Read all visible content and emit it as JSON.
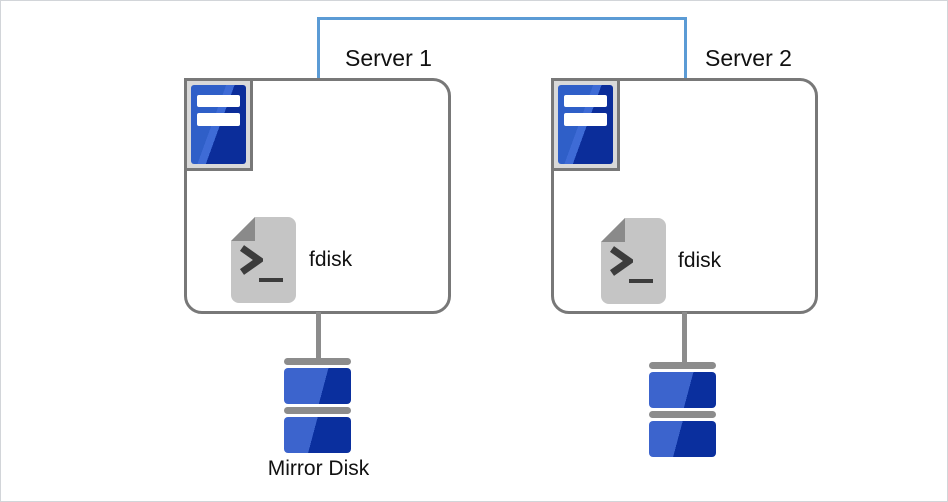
{
  "servers": [
    {
      "name": "Server 1",
      "tool": "fdisk"
    },
    {
      "name": "Server 2",
      "tool": "fdisk"
    }
  ],
  "shared_disk": {
    "label": "Mirror Disk"
  },
  "connection": {
    "style": "bridge-link-between-server-tops",
    "color": "#5B9BD5"
  },
  "icons": {
    "server": "server-tower-icon",
    "tool": "terminal-script-icon",
    "disk": "disk-stack-icon"
  },
  "palette": {
    "link_blue": "#5B9BD5",
    "outline_gray": "#787878",
    "connector_gray": "#8C8C8C",
    "server_blue_light": "#2F5FC8",
    "server_blue_dark": "#0B2D9A",
    "disk_blue_light": "#3C64CD",
    "disk_blue_dark": "#0A2F9E",
    "icon_frame_gray": "#D9D9D9",
    "page_gray": "#C5C5C5",
    "fold_gray": "#8A8A8A"
  }
}
